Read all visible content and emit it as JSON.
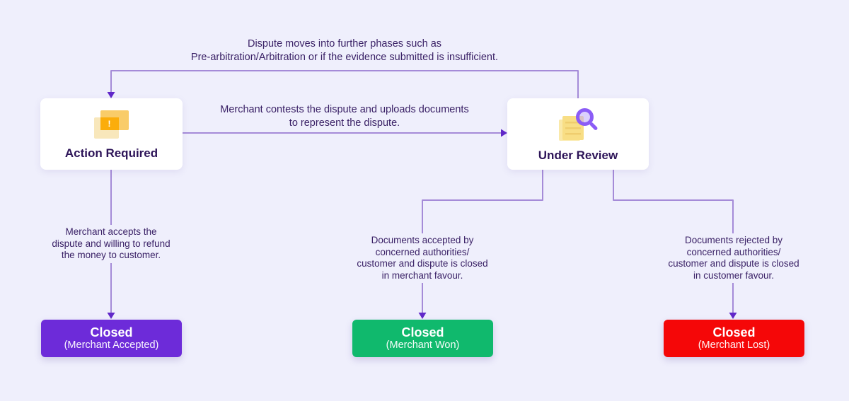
{
  "colors": {
    "background": "#EFEFFC",
    "connector_line": "#A58BD8",
    "arrowhead": "#6128C9",
    "node_background": "#FFFFFF",
    "heading_text": "#2D1458",
    "body_text": "#3A2166",
    "alert_icon_amber": "#FBAD0B",
    "magnifier_purple": "#8B5CF6",
    "document_yellow": "#F8DE85",
    "outcome_accepted": "#6D2BD9",
    "outcome_won": "#10B96D",
    "outcome_lost": "#F50708"
  },
  "captions": {
    "loop": {
      "lines": [
        "Dispute moves into further phases such as",
        "Pre-arbitration/Arbitration or if the evidence submitted is insufficient."
      ]
    },
    "contest": {
      "lines": [
        "Merchant contests the dispute and uploads documents",
        "to represent the dispute."
      ]
    },
    "accept": {
      "lines": [
        "Merchant accepts the",
        "dispute and willing to refund",
        "the money to customer."
      ]
    },
    "won": {
      "lines": [
        "Documents accepted by",
        "concerned authorities/",
        "customer and dispute is closed",
        "in merchant favour."
      ]
    },
    "lost": {
      "lines": [
        "Documents rejected by",
        "concerned authorities/",
        "customer and dispute is closed",
        "in customer favour."
      ]
    }
  },
  "nodes": {
    "action_required": {
      "label": "Action Required",
      "icon": "alert-card-icon",
      "alert_glyph": "!"
    },
    "under_review": {
      "label": "Under Review",
      "icon": "document-magnifier-icon"
    }
  },
  "outcomes": {
    "accepted": {
      "title": "Closed",
      "subtitle": "(Merchant Accepted)",
      "color": "#6D2BD9"
    },
    "won": {
      "title": "Closed",
      "subtitle": "(Merchant Won)",
      "color": "#10B96D"
    },
    "lost": {
      "title": "Closed",
      "subtitle": "(Merchant Lost)",
      "color": "#F50708"
    }
  }
}
